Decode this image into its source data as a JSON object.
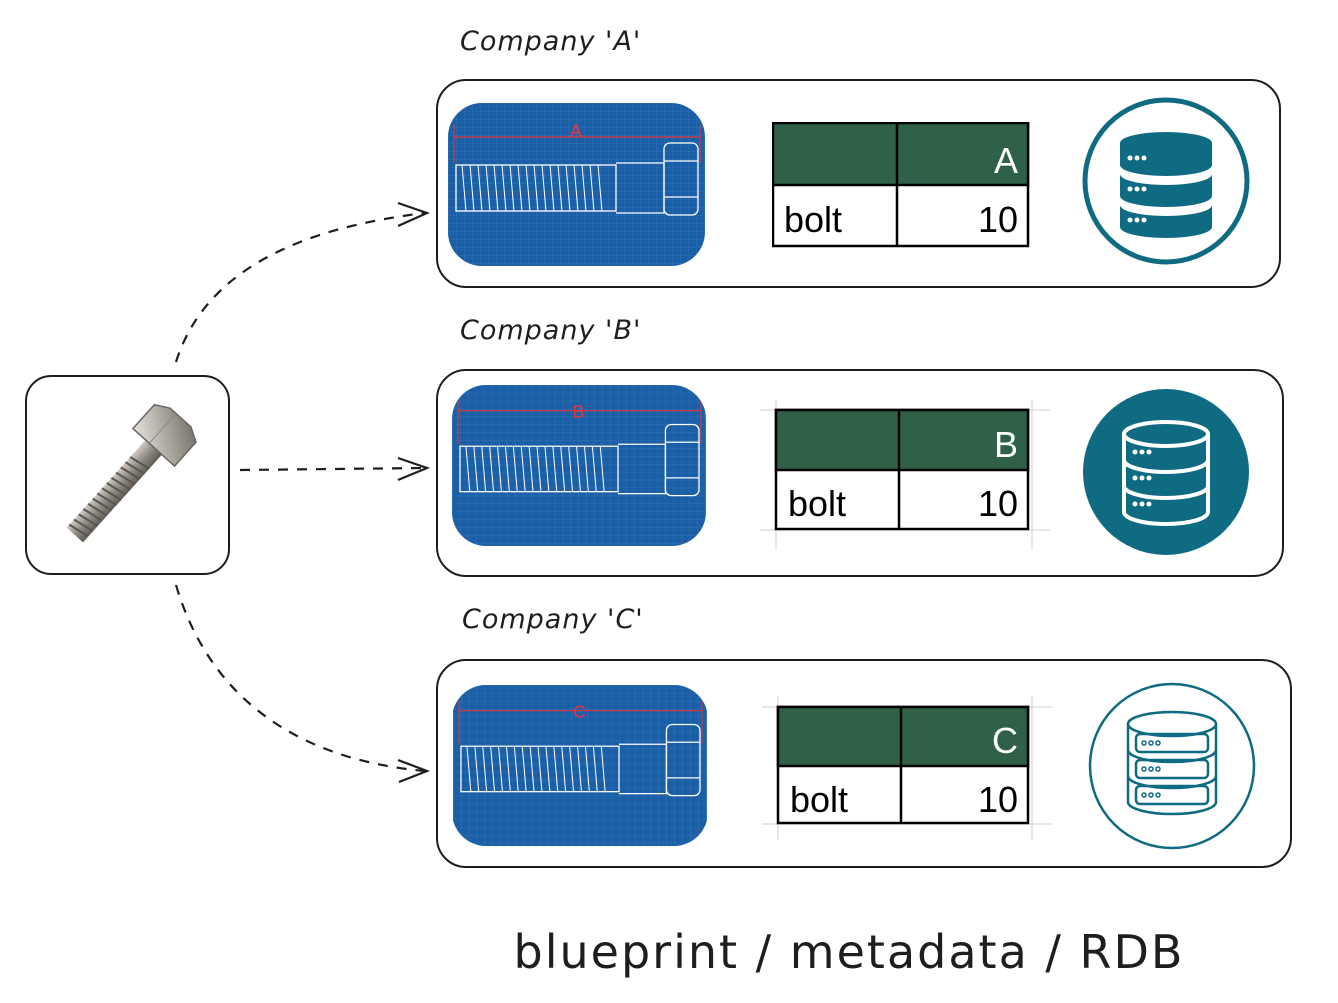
{
  "source": {
    "icon": "hex-bolt-photo-icon"
  },
  "companies": [
    {
      "label": "Company 'A'",
      "marker": "A",
      "header": "A",
      "item": "bolt",
      "qty": "10",
      "db_style": "ring"
    },
    {
      "label": "Company 'B'",
      "marker": "B",
      "header": "B",
      "item": "bolt",
      "qty": "10",
      "db_style": "solid"
    },
    {
      "label": "Company 'C'",
      "marker": "C",
      "header": "C",
      "item": "bolt",
      "qty": "10",
      "db_style": "outline"
    }
  ],
  "footer": "blueprint / metadata / RDB",
  "colors": {
    "blueprint": "#1b5fa6",
    "sheet_header": "#2f6048",
    "db": "#0f6b82",
    "marker": "#e8343a"
  }
}
